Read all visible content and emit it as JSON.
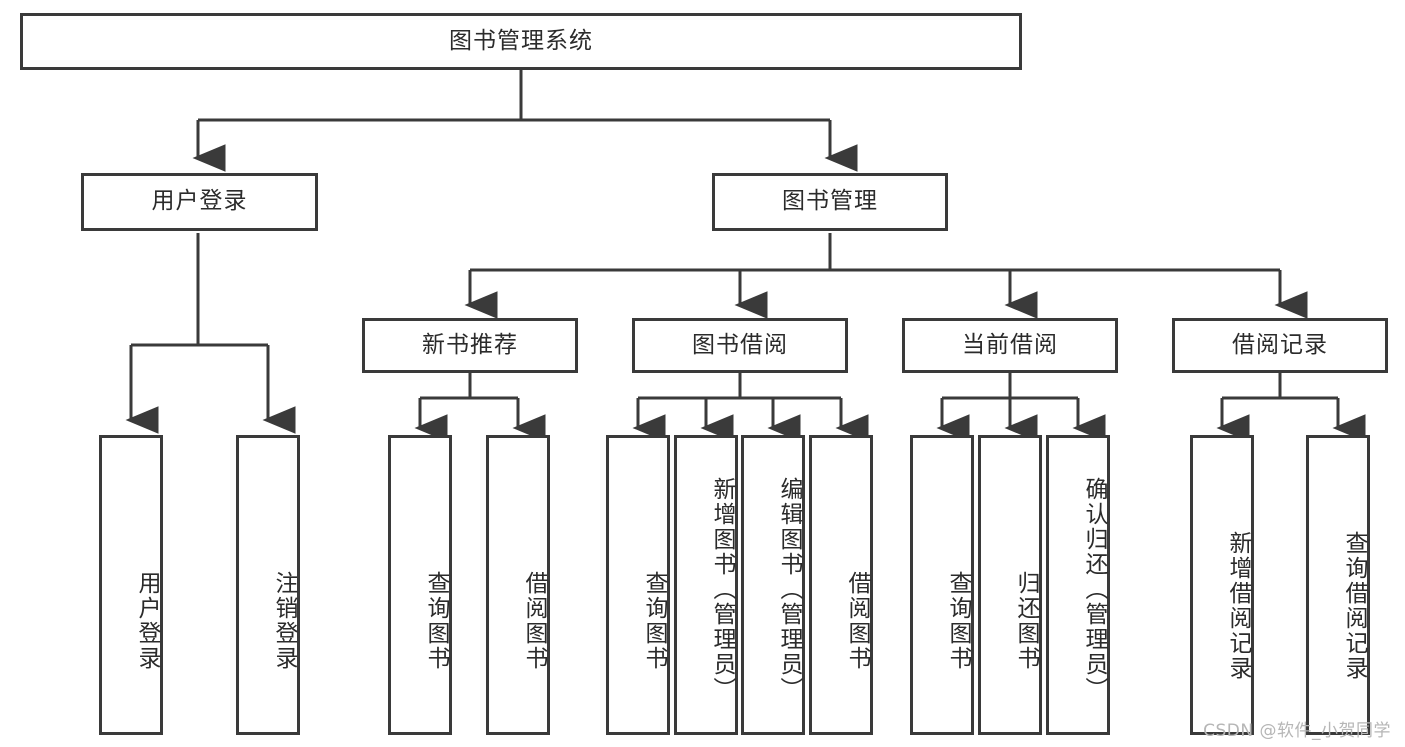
{
  "diagram": {
    "title": "图书管理系统",
    "type": "tree",
    "root": {
      "label": "图书管理系统"
    },
    "level1": [
      {
        "label": "用户登录"
      },
      {
        "label": "图书管理"
      }
    ],
    "level2": [
      {
        "label": "新书推荐"
      },
      {
        "label": "图书借阅"
      },
      {
        "label": "当前借阅"
      },
      {
        "label": "借阅记录"
      }
    ],
    "leaves": {
      "user_login": [
        {
          "label": "用户登录"
        },
        {
          "label": "注销登录"
        }
      ],
      "new_book_recommend": [
        {
          "label": "查询图书"
        },
        {
          "label": "借阅图书"
        }
      ],
      "book_borrow": [
        {
          "label": "查询图书"
        },
        {
          "label": "新增图书（管理员）"
        },
        {
          "label": "编辑图书（管理员）"
        },
        {
          "label": "借阅图书"
        }
      ],
      "current_borrow": [
        {
          "label": "查询图书"
        },
        {
          "label": "归还图书"
        },
        {
          "label": "确认归还（管理员）"
        }
      ],
      "borrow_records": [
        {
          "label": "新增借阅记录"
        },
        {
          "label": "查询借阅记录"
        }
      ]
    }
  },
  "watermark": {
    "text": "CSDN @软件_小贺同学"
  },
  "colors": {
    "border": "#3a3a3a",
    "text": "#2b2b2b",
    "background": "#ffffff",
    "watermark": "#b6b6b6"
  }
}
